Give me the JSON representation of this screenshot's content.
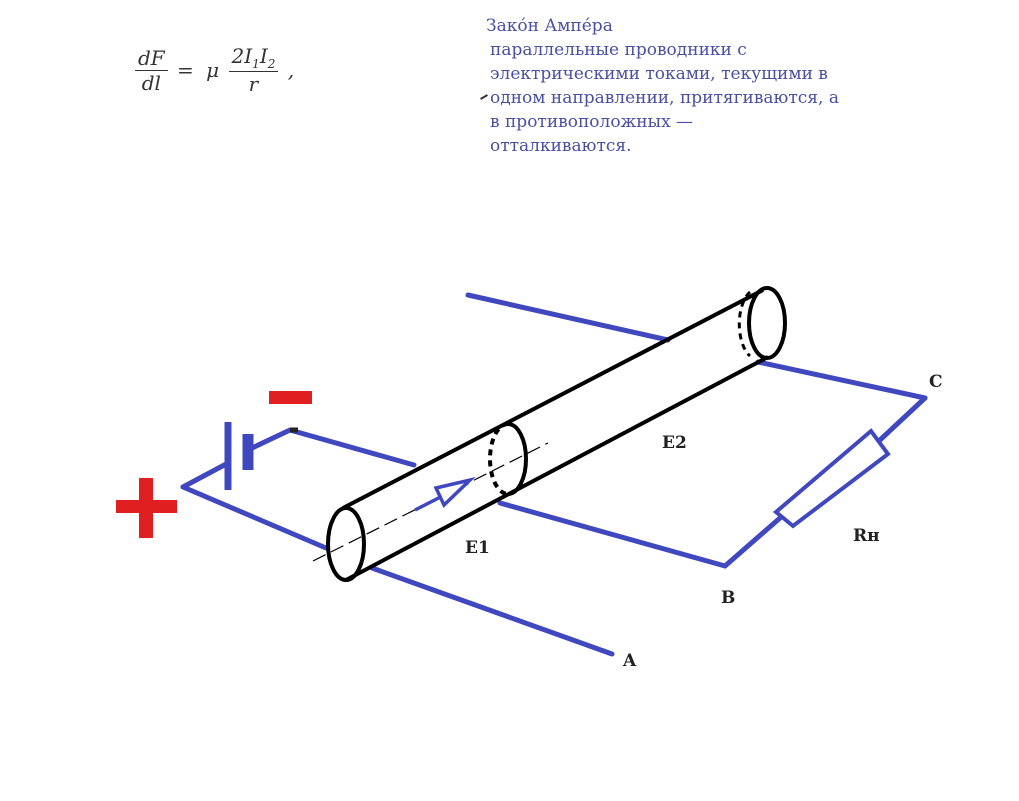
{
  "formula": {
    "lhs_num": "dF",
    "lhs_den": "dl",
    "eq": "=",
    "mu": "μ",
    "rhs_num_coeff": "2",
    "I": "I",
    "sub1": "1",
    "sub2": "2",
    "rhs_den": "r",
    "trailing": ","
  },
  "description": {
    "title": "Зако́н Ампе́ра",
    "lines": [
      "параллельные проводники с",
      "электрическими токами, текущими в",
      "одном направлении, притягиваются, а",
      "в противоположных —",
      "отталкиваются."
    ]
  },
  "labels": {
    "E1": "E1",
    "E2": "E2",
    "A": "A",
    "B": "B",
    "C": "C",
    "Rn": "Rн"
  },
  "colors": {
    "wire": "#4048c0",
    "tube": "#000000",
    "plus_minus": "#e02020",
    "text": "#4a4fa0"
  }
}
